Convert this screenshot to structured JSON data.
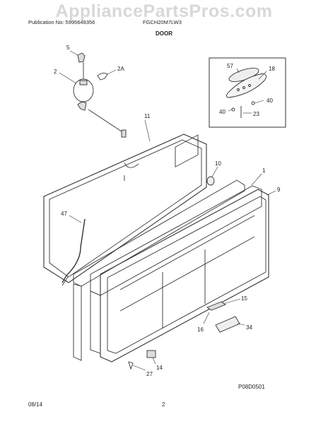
{
  "watermark": "AppliancePartsPros.com",
  "header": {
    "publication": "Publication No: 5995649356",
    "model": "FGCH20M7LW3"
  },
  "title": "DOOR",
  "footer": {
    "date": "08/14",
    "page": "2"
  },
  "diagram_code": "P08D0501",
  "callouts": [
    "5",
    "2",
    "2A",
    "11",
    "10",
    "1",
    "9",
    "47",
    "15",
    "16",
    "34",
    "14",
    "27",
    "57",
    "18",
    "40",
    "40",
    "23"
  ]
}
